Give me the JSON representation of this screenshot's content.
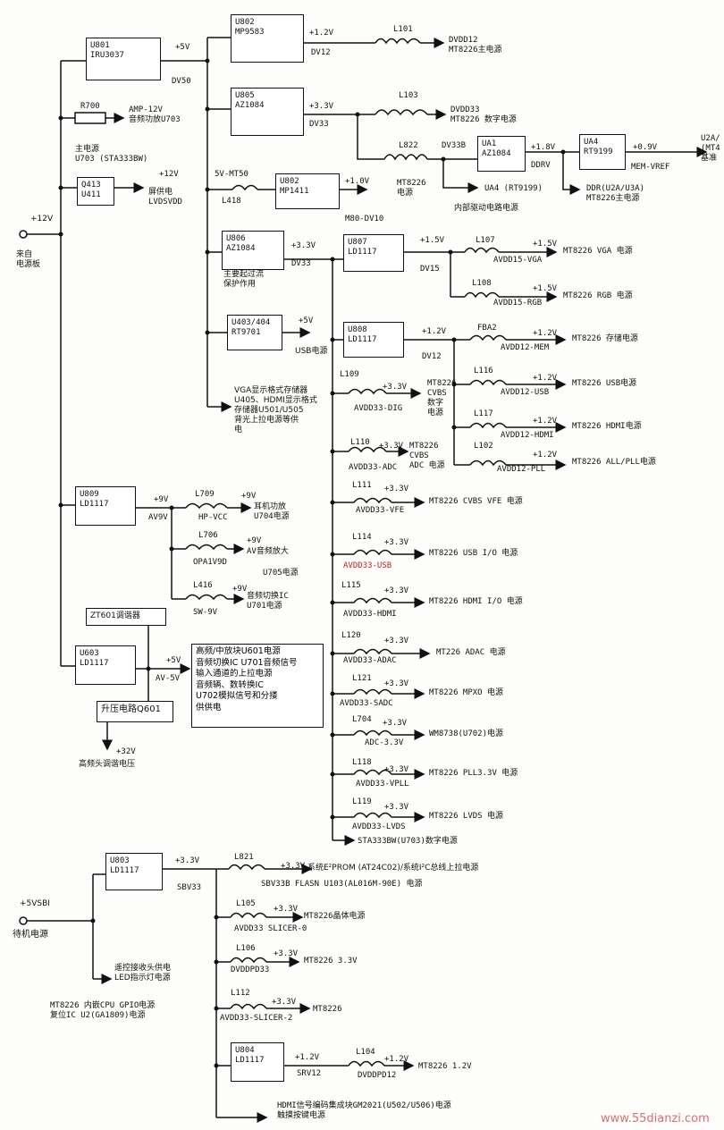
{
  "input_main": {
    "voltage": "+12V",
    "label": "来自\n电源板"
  },
  "input_standby": {
    "voltage": "+5VSBI",
    "label": "待机电源"
  },
  "blocks": {
    "u801": [
      "U801",
      "IRU3037"
    ],
    "u802": [
      "U802",
      "MP9583"
    ],
    "u805": [
      "U805",
      "AZ1084"
    ],
    "ua1": [
      "UA1",
      "AZ1084"
    ],
    "ua4": [
      "UA4",
      "RT9199"
    ],
    "q413": [
      "Q413",
      "U411"
    ],
    "u802b": [
      "U802",
      "MP1411"
    ],
    "u806": [
      "U806",
      "AZ1084"
    ],
    "u807": [
      "U807",
      "LD1117"
    ],
    "u403": [
      "U403/404",
      "RT9701"
    ],
    "u808": [
      "U808",
      "LD1117"
    ],
    "u809": [
      "U809",
      "LD1117"
    ],
    "zt601": [
      "ZT601调谐器"
    ],
    "u603": [
      "U603",
      "LD1117"
    ],
    "boost": [
      "升压电路Q601"
    ],
    "u803": [
      "U803",
      "LD1117"
    ],
    "u804": [
      "U804",
      "LD1117"
    ]
  },
  "labels": {
    "plus5v": "+5V",
    "dv50": "DV50",
    "u802_out": "+1.2V",
    "dv12a": "DV12",
    "l101": "L101",
    "dvdd12": "DVDD12\nMT8226主电源",
    "u805_out": "+3.3V",
    "dv33a": "DV33",
    "l103": "L103",
    "dvdd33": "DVDD33\nMT8226 数字电源",
    "l822": "L822",
    "dv33b": "DV33B",
    "ua1_out": "+1.8V",
    "ddrv": "DDRV",
    "ua4_out": "+0.9V",
    "memvref": "MEM-VREF",
    "ua4_in": "UA4 (RT9199)",
    "ddr": "DDR(U2A/U3A)\nMT8226主电源",
    "u2a": "U2A/\n(MT4\n基准",
    "memdrv": "内部驱动电路电源",
    "r700": "R700",
    "amp12v": "AMP-12V\n音频功放U703",
    "mainpsu": "主电源\nU703 (STA333BW)",
    "q_out": "+12V",
    "lvds": "屏供电\nLVDSVDD",
    "mt50": "5V-MT50",
    "l418": "L418",
    "mp_out": "+1.0V",
    "mt8226core": "MT8226\n电源",
    "m80": "M80-DV10",
    "u806_out": "+3.3V",
    "dv33c": "DV33",
    "protect": "主要起过流\n保护作用",
    "u807_out": "+1.5V",
    "dv15": "DV15",
    "l107": "L107",
    "v107": "+1.5V",
    "avdd15vga": "AVDD15-VGA",
    "vgapow": "MT8226 VGA 电源",
    "l108": "L108",
    "v108": "+1.5V",
    "avdd15rgb": "AVDD15-RGB",
    "rgbpow": "MT8226 RGB 电源",
    "usb_out": "+5V",
    "usbpow": "USB电源",
    "vga_mem": "VGA显示格式存储器\nU405、HDMI显示格式\n存储器U501/U505\n背光上拉电源等供\n电",
    "u808_out": "+1.2V",
    "dv12b": "DV12",
    "fba2": "FBA2",
    "vfba2": "+1.2V",
    "avdd12mem": "AVDD12-MEM",
    "mempow": "MT8226 存储电源",
    "l116": "L116",
    "v116": "+1.2V",
    "avdd12usb": "AVDD12-USB",
    "usb8226": "MT8226 USB电源",
    "l117": "L117",
    "v117": "+1.2V",
    "avdd12hdmi": "AVDD12-HDMI",
    "hdmi8226": "MT8226 HDMI电源",
    "l102": "L102",
    "v102": "+1.2V",
    "avdd12pll": "AVDD12-PLL",
    "pll8226": "MT8226 ALL/PLL电源",
    "l109": "L109",
    "v109": "+3.3V",
    "avdd33dig": "AVDD33-DIG",
    "cvbsdig": "MT8226\nCVBS\n数字\n电源",
    "l110": "L110",
    "v110": "+3.3V",
    "avdd33adc": "AVDD33-ADC",
    "cvbsadc": "MT8226\nCVBS\nADC 电源",
    "l111": "L111",
    "v111": "+3.3V",
    "avdd33vfe": "AVDD33-VFE",
    "cvbsvfe": "MT8226 CVBS VFE 电源",
    "l114": "L114",
    "v114": "+3.3V",
    "avdd33usb": "AVDD33-USB",
    "usbio": "MT8226 USB I/O 电源",
    "l115": "L115",
    "v115": "+3.3V",
    "avdd33hdmi": "AVDD33-HDMI",
    "hdmiio": "MT8226 HDMI I/O 电源",
    "l120": "L120",
    "v120": "+3.3V",
    "avdd33adac": "AVDD33-ADAC",
    "adac": "MT226 ADAC 电源",
    "l121": "L121",
    "v121": "+3.3V",
    "avdd33sadc": "AVDD33-SADC",
    "mpxo": "MT8226 MPXO 电源",
    "l704": "L704",
    "v704": "+3.3V",
    "adc33": "ADC-3.3V",
    "wm": "WM8738(U702)电源",
    "l118": "L118",
    "v118": "+3.3V",
    "avdd33vpll": "AVDD33-VPLL",
    "pll33": "MT8226 PLL3.3V 电源",
    "l119": "L119",
    "v119": "+3.3V",
    "avdd33lvds": "AVDD33-LVDS",
    "lvdspow": "MT8226 LVDS 电源",
    "sta": "STA333BW(U703)数字电源",
    "u809_in": "+9V",
    "av9v": "AV9V",
    "l709": "L709",
    "v709": "+9V",
    "hpvcc": "HP-VCC",
    "earamp": "耳机功放\nU704电源",
    "l706": "L706",
    "v706": "+9V",
    "opa": "OPA1V9D",
    "avamp": "AV音频放大",
    "u705": "U705电源",
    "l416": "L416",
    "v416": "+9V",
    "sw9v": "SW-9V",
    "audsw": "音频切换IC\nU701电源",
    "u603_out": "+5V",
    "av5v": "AV-5V",
    "v32": "+32V",
    "tunerv": "高频头调谐电压",
    "note_tuner": [
      "高频/中放块U601电源",
      "音频切换IC U701音频信号",
      "输入通道的上拉电源",
      "音频辆、数转换IC",
      "U702模拟信号和分搂",
      "供供电"
    ],
    "u803_out": "+3.3V",
    "sbv33": "SBV33",
    "l821": "L821",
    "v821": "+3.3V",
    "eeprom": "系统E²PROM (AT24C02)/系统I²C总线上拉电源",
    "sbv33b": "SBV33B FLASN U103(AL016M-90E) 电源",
    "l105": "L105",
    "v105": "+3.3V",
    "avdd33slicer": "AVDD33 SLICER-0",
    "crystal": "MT8226晶体电源",
    "l106": "L106",
    "v106": "+3.3V",
    "dvddpd33": "DVDDPD33",
    "mt33": "MT8226 3.3V",
    "l112": "L112",
    "v112": "+3.3V",
    "slicer2": "AVDD33-SLICER-2",
    "mt8226s": "MT8226",
    "u804_out": "+1.2V",
    "srv12": "SRV12",
    "l104": "L104",
    "v104": "+1.2V",
    "dvddpd12": "DVDDPD12",
    "mt12": "MT8226 1.2V",
    "remote": "遥控接收头供电\nLED指示灯电源",
    "gpio": "MT8226 内嵌CPU GPIO电源\n复位IC U2(GA1809)电源",
    "hdmi_bottom": "HDMI信号编码集成块GM2021(U502/U506)电源\n触摸按键电源",
    "watermark": "www.55dianzi.com"
  }
}
